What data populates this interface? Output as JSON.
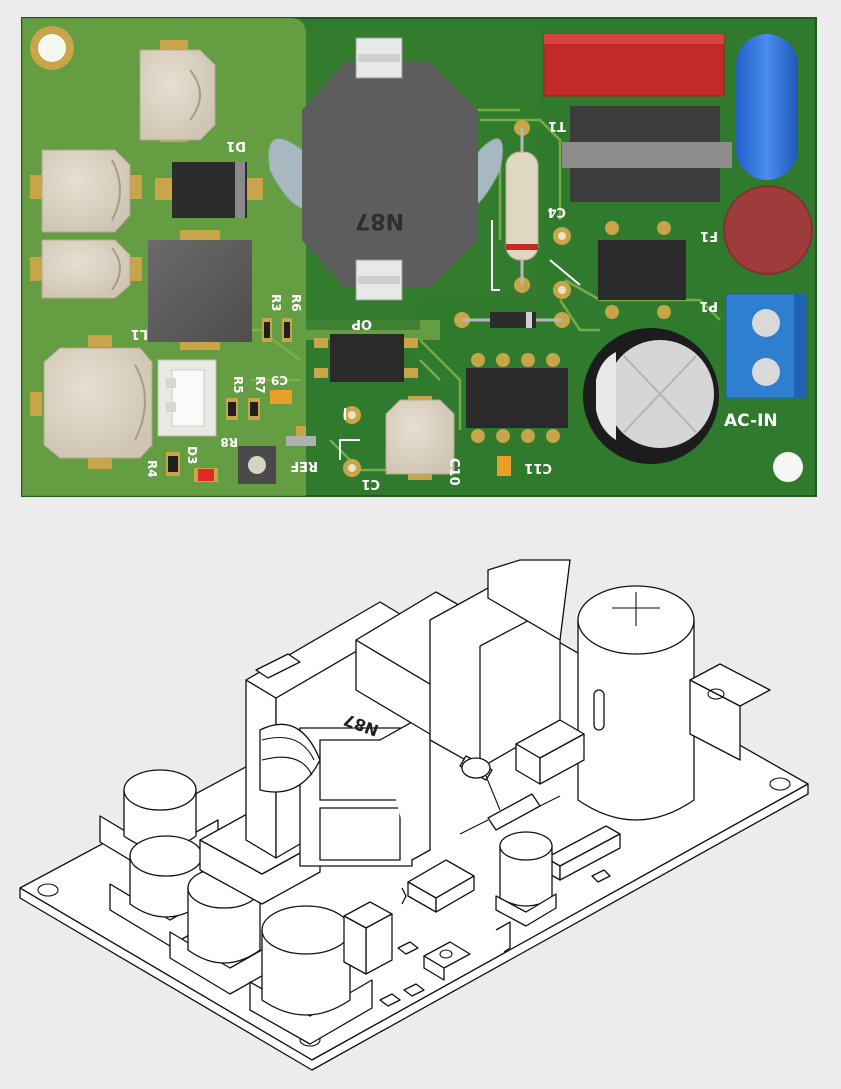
{
  "top_view": {
    "labels": {
      "d1": "D1",
      "l1": "L1",
      "r3": "R3",
      "r6": "R6",
      "op": "OP",
      "r5": "R5",
      "r7": "R7",
      "c9": "C9",
      "d3": "D3",
      "r8": "R8",
      "r4": "R4",
      "ref": "REF",
      "c1": "C1",
      "c10": "C10",
      "c11": "C11",
      "c4": "C4",
      "t1": "T1",
      "f1": "F1",
      "p1": "P1",
      "ac_in": "AC-IN",
      "core_marking": "N87"
    },
    "colors": {
      "board": "#2e7a2c",
      "board_light": "#8fba55",
      "copper_pour": "#3c8a35",
      "inductor_body": "#5b5b5b",
      "capacitor_red": "#c22a28",
      "capacitor_blue": "#2c6fd4",
      "fuse": "#9e3b3b",
      "terminal_blue": "#2f7fd0",
      "smd_cap": "#d9d0c0",
      "led_red": "#e42727",
      "c9_orange": "#e8a02b"
    }
  },
  "iso_view": {
    "core_marking": "N87"
  }
}
